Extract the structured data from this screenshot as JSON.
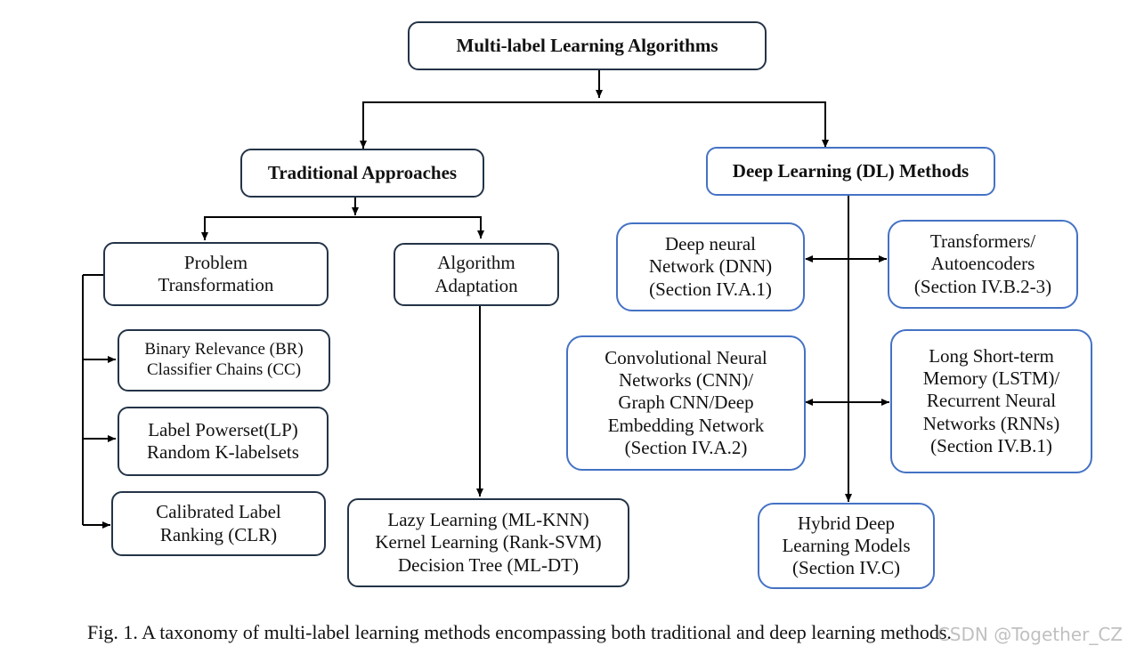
{
  "root": {
    "label": "Multi-label Learning Algorithms"
  },
  "traditional": {
    "label": "Traditional Approaches",
    "problem_transformation": {
      "lines": [
        "Problem",
        "Transformation"
      ]
    },
    "algorithm_adaptation": {
      "lines": [
        "Algorithm",
        "Adaptation"
      ]
    },
    "br_cc": {
      "lines": [
        "Binary Relevance (BR)",
        "Classifier Chains (CC)"
      ]
    },
    "lp_rk": {
      "lines": [
        "Label Powerset(LP)",
        "Random K-labelsets"
      ]
    },
    "clr": {
      "lines": [
        "Calibrated Label",
        "Ranking (CLR)"
      ]
    },
    "lazy_kernel_tree": {
      "lines": [
        "Lazy Learning (ML-KNN)",
        "Kernel Learning (Rank-SVM)",
        "Decision Tree (ML-DT)"
      ]
    }
  },
  "deep": {
    "label": "Deep Learning (DL) Methods",
    "dnn": {
      "lines": [
        "Deep neural",
        "Network (DNN)",
        "(Section IV.A.1)"
      ]
    },
    "transformers": {
      "lines": [
        "Transformers/",
        "Autoencoders",
        "(Section IV.B.2-3)"
      ]
    },
    "cnn": {
      "lines": [
        "Convolutional Neural",
        "Networks (CNN)/",
        "Graph CNN/Deep",
        "Embedding Network",
        "(Section IV.A.2)"
      ]
    },
    "lstm": {
      "lines": [
        "Long Short-term",
        "Memory (LSTM)/",
        "Recurrent Neural",
        "Networks (RNNs)",
        "(Section IV.B.1)"
      ]
    },
    "hybrid": {
      "lines": [
        "Hybrid Deep",
        "Learning Models",
        "(Section IV.C)"
      ]
    }
  },
  "caption": "Fig. 1.  A taxonomy of multi-label learning methods encompassing both traditional and deep learning methods.",
  "watermark": "CSDN @Together_CZ",
  "colors": {
    "dark_border": "#243447",
    "blue_border": "#4472c4",
    "line": "#000000"
  }
}
